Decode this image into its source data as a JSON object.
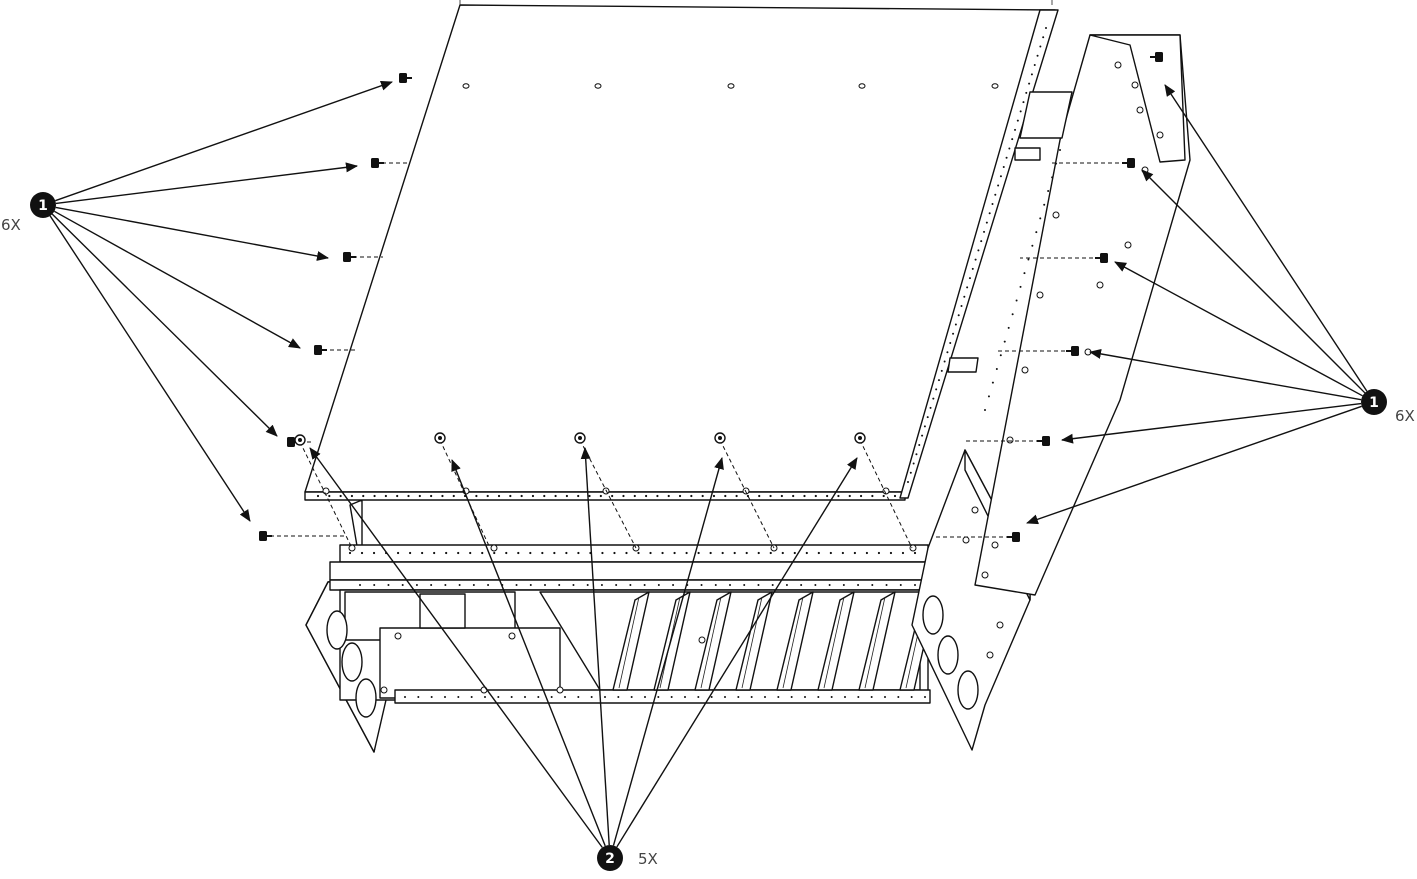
{
  "callouts": [
    {
      "number": "1",
      "quantity": "6X"
    },
    {
      "number": "1",
      "quantity": "6X"
    },
    {
      "number": "2",
      "quantity": "5X"
    }
  ],
  "colors": {
    "line": "#111111",
    "background": "#ffffff",
    "badge": "#111111",
    "badge_text": "#ffffff",
    "quantity_text": "#444444"
  },
  "icons": [
    "screw-icon",
    "callout-badge-icon"
  ]
}
